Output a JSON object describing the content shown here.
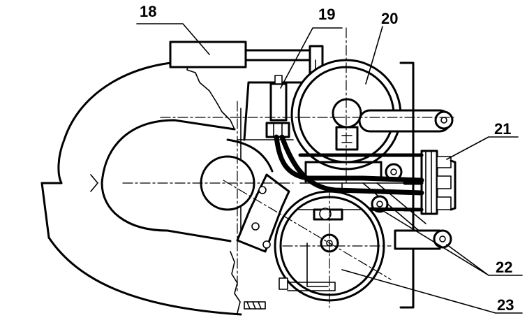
{
  "labels": {
    "l18": "18",
    "l19": "19",
    "l20": "20",
    "l21": "21",
    "l22": "22",
    "l23": "23"
  },
  "colors": {
    "line": "#000000",
    "background": "#ffffff"
  }
}
